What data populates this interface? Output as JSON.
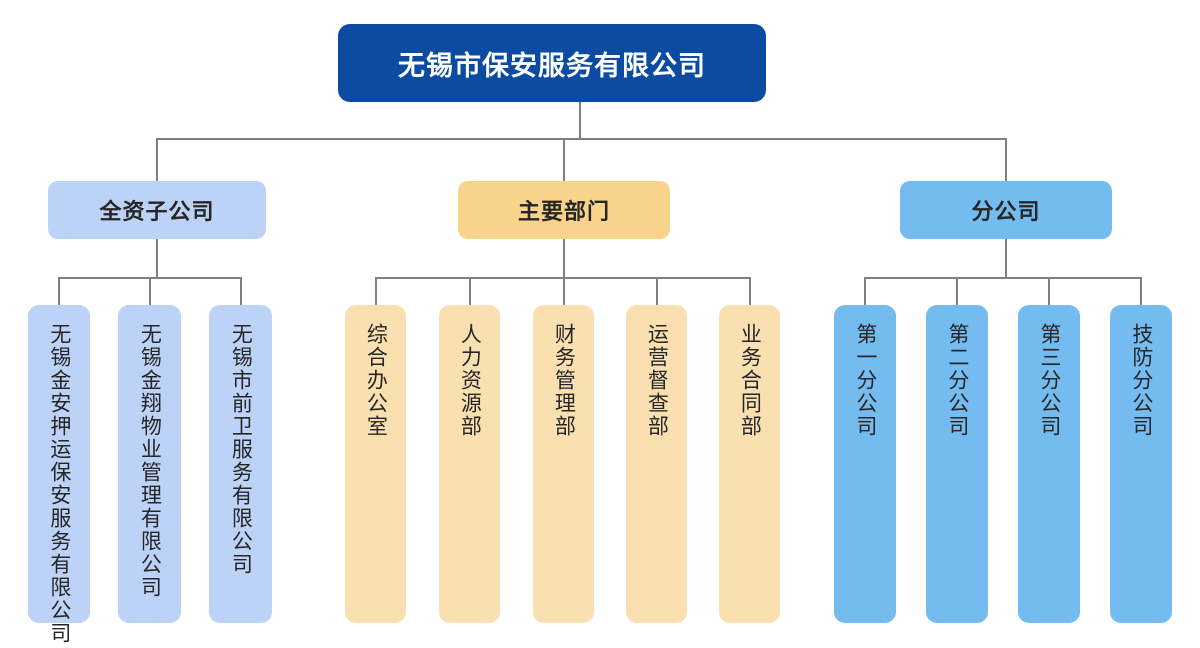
{
  "diagram": {
    "type": "organization-chart",
    "orientation": "top-down",
    "title_node": "root",
    "connector_color": "#808080",
    "background_color": "#ffffff"
  },
  "root": {
    "label": "无锡市保安服务有限公司",
    "color": "#0b4ba2",
    "text_color": "#ffffff"
  },
  "categories": [
    {
      "key": "subsidiaries",
      "label": "全资子公司",
      "color": "#bcd2f6",
      "child_color": "#bcd2f6",
      "children": [
        {
          "label": "无锡金安押运保安服务有限公司"
        },
        {
          "label": "无锡金翔物业管理有限公司"
        },
        {
          "label": "无锡市前卫服务有限公司"
        }
      ]
    },
    {
      "key": "departments",
      "label": "主要部门",
      "color": "#f9d28c",
      "child_color": "#fae0b0",
      "children": [
        {
          "label": "综合办公室"
        },
        {
          "label": "人力资源部"
        },
        {
          "label": "财务管理部"
        },
        {
          "label": "运营督查部"
        },
        {
          "label": "业务合同部"
        }
      ]
    },
    {
      "key": "branches",
      "label": "分公司",
      "color": "#74bbf0",
      "child_color": "#74bbf0",
      "children": [
        {
          "label": "第一分公司"
        },
        {
          "label": "第二分公司"
        },
        {
          "label": "第三分公司"
        },
        {
          "label": "技防分公司"
        }
      ]
    }
  ]
}
